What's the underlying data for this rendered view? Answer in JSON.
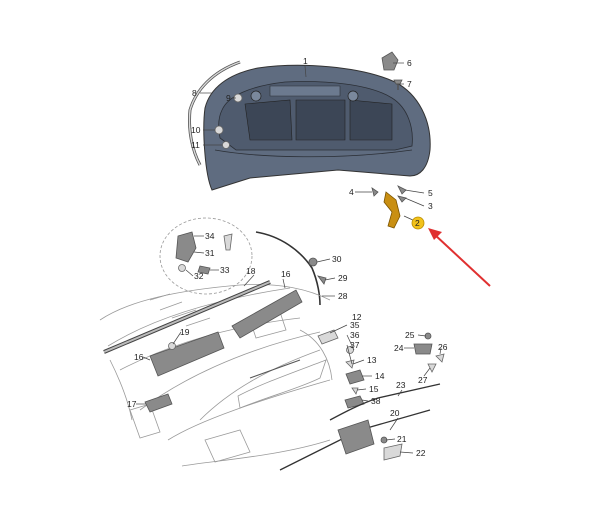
{
  "diagram": {
    "callouts": [
      {
        "id": "1",
        "text": "1"
      },
      {
        "id": "2",
        "text": "2"
      },
      {
        "id": "3",
        "text": "3"
      },
      {
        "id": "4",
        "text": "4"
      },
      {
        "id": "5",
        "text": "5"
      },
      {
        "id": "6",
        "text": "6"
      },
      {
        "id": "7",
        "text": "7"
      },
      {
        "id": "8",
        "text": "8"
      },
      {
        "id": "9",
        "text": "9"
      },
      {
        "id": "10",
        "text": "10"
      },
      {
        "id": "11",
        "text": "11"
      },
      {
        "id": "12",
        "text": "12"
      },
      {
        "id": "13",
        "text": "13"
      },
      {
        "id": "14",
        "text": "14"
      },
      {
        "id": "15",
        "text": "15"
      },
      {
        "id": "16",
        "text": "16"
      },
      {
        "id": "16b",
        "text": "16"
      },
      {
        "id": "17",
        "text": "17"
      },
      {
        "id": "18",
        "text": "18"
      },
      {
        "id": "19",
        "text": "19"
      },
      {
        "id": "20",
        "text": "20"
      },
      {
        "id": "21",
        "text": "21"
      },
      {
        "id": "22",
        "text": "22"
      },
      {
        "id": "23",
        "text": "23"
      },
      {
        "id": "24",
        "text": "24"
      },
      {
        "id": "25",
        "text": "25"
      },
      {
        "id": "26",
        "text": "26"
      },
      {
        "id": "27",
        "text": "27"
      },
      {
        "id": "28",
        "text": "28"
      },
      {
        "id": "29",
        "text": "29"
      },
      {
        "id": "30",
        "text": "30"
      },
      {
        "id": "31",
        "text": "31"
      },
      {
        "id": "32",
        "text": "32"
      },
      {
        "id": "33",
        "text": "33"
      },
      {
        "id": "34",
        "text": "34"
      },
      {
        "id": "35",
        "text": "35"
      },
      {
        "id": "36",
        "text": "36"
      },
      {
        "id": "37",
        "text": "37"
      },
      {
        "id": "38",
        "text": "38"
      }
    ],
    "highlighted_callout": "2",
    "colors": {
      "hood": "#5f6c80",
      "hood_inner": "#4a5568",
      "highlight_part": "#f2c21b",
      "arrow": "#e03030",
      "part_fill": "#d9d9d9"
    }
  }
}
